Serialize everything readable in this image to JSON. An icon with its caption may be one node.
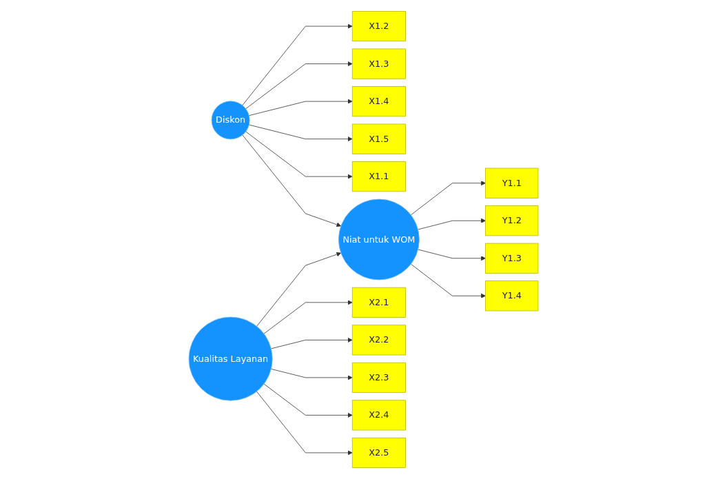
{
  "diagram": {
    "nodes": [
      {
        "text": [
          "X1.2"
        ]
      },
      {
        "text": [
          "X1.3"
        ]
      },
      {
        "text": [
          "X1.4"
        ]
      },
      {
        "text": [
          "X1.5"
        ]
      },
      {
        "text": [
          "Diskon"
        ]
      },
      {
        "text": [
          "X1.1"
        ]
      },
      {
        "text": [
          "Y1.1"
        ]
      },
      {
        "text": [
          "Y1.2"
        ]
      },
      {
        "text": [
          "Y1.3"
        ]
      },
      {
        "text": [
          "Y1.4"
        ]
      },
      {
        "text": [
          "Niat untuk WOM"
        ]
      },
      {
        "text": [
          "X2.1"
        ]
      },
      {
        "text": [
          "X2.2"
        ]
      },
      {
        "text": [
          "X2.3"
        ]
      },
      {
        "text": [
          "X2.4"
        ]
      },
      {
        "text": [
          "Kualitas Layanan"
        ]
      },
      {
        "text": [
          "X2.5"
        ]
      }
    ],
    "edges": [
      {
        "from": 4,
        "to": 0,
        "arrow": "to"
      },
      {
        "from": 4,
        "to": 1,
        "arrow": "to"
      },
      {
        "from": 4,
        "to": 2,
        "arrow": "to"
      },
      {
        "from": 4,
        "to": 3,
        "arrow": "to"
      },
      {
        "from": 4,
        "to": 5,
        "arrow": "to"
      },
      {
        "from": 4,
        "to": 10,
        "arrow": "to"
      },
      {
        "from": 10,
        "to": 6,
        "arrow": "to"
      },
      {
        "from": 10,
        "to": 7,
        "arrow": "to"
      },
      {
        "from": 10,
        "to": 8,
        "arrow": "to"
      },
      {
        "from": 10,
        "to": 9,
        "arrow": "to"
      },
      {
        "from": 15,
        "to": 10,
        "arrow": "to"
      },
      {
        "from": 15,
        "to": 11,
        "arrow": "to"
      },
      {
        "from": 15,
        "to": 12,
        "arrow": "to"
      },
      {
        "from": 15,
        "to": 13,
        "arrow": "to"
      },
      {
        "from": 15,
        "to": 14,
        "arrow": "to"
      },
      {
        "from": 15,
        "to": 16,
        "arrow": "to"
      }
    ]
  }
}
